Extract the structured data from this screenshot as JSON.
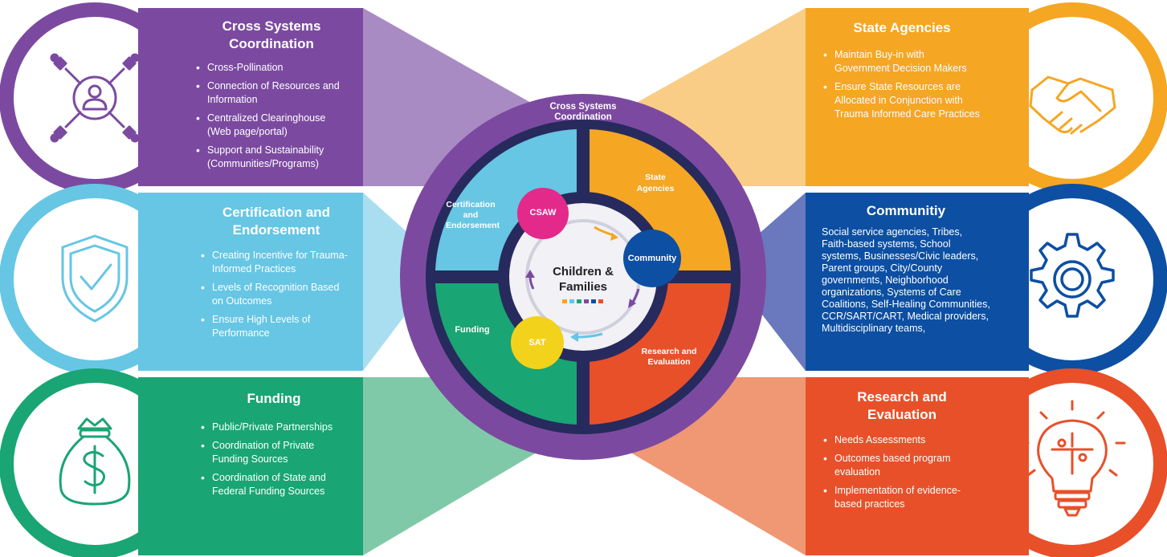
{
  "center": {
    "ring_label": "Cross Systems Coordination",
    "title": "Children & Families",
    "badges": [
      "CSAW",
      "Community",
      "SAT"
    ],
    "quadrants": {
      "certification": "Certification and Endorsement",
      "state": "State Agencies",
      "funding": "Funding",
      "research": "Research and Evaluation"
    }
  },
  "panels": {
    "cross_systems": {
      "title": "Cross Systems Coordination",
      "items": [
        "Cross-Pollination",
        "Connection of Resources and Information",
        "Centralized Clearinghouse (Web page/portal)",
        "Support and Sustainability (Communities/Programs)"
      ]
    },
    "certification": {
      "title": "Certification and Endorsement",
      "items": [
        "Creating Incentive for Trauma-Informed Practices",
        "Levels of Recognition Based on Outcomes",
        "Ensure High Levels of Performance"
      ]
    },
    "funding": {
      "title": "Funding",
      "items": [
        "Public/Private Partnerships",
        "Coordination of Private Funding Sources",
        "Coordination of State and Federal Funding Sources"
      ]
    },
    "state": {
      "title": "State Agencies",
      "items": [
        "Maintain Buy-in with Government Decision Makers",
        "Ensure State Resources are Allocated in Conjunction with Trauma Informed Care Practices"
      ]
    },
    "community": {
      "title": "Communitiy",
      "text": "Social service agencies, Tribes, Faith-based systems, School systems, Businesses/Civic leaders, Parent groups, City/County governments, Neighborhood organizations, Systems of Care Coalitions, Self-Healing Communities, CCR/SART/CART, Medical providers, Multidisciplinary teams,"
    },
    "research": {
      "title": "Research and Evaluation",
      "items": [
        "Needs Assessments",
        "Outcomes based program evaluation",
        "Implementation of evidence-based practices"
      ]
    }
  },
  "colors": {
    "purple": "#7b4aa0",
    "light_blue": "#66c6e4",
    "green": "#1aa574",
    "orange": "#f5a623",
    "dark_blue": "#0d4fa2",
    "red_orange": "#e8502a",
    "magenta": "#e3298a",
    "yellow": "#f3d21c",
    "navy": "#272a5c"
  },
  "icons": [
    "network-person-icon",
    "shield-check-icon",
    "money-bag-icon",
    "handshake-icon",
    "gear-icon",
    "lightbulb-puzzle-icon"
  ]
}
